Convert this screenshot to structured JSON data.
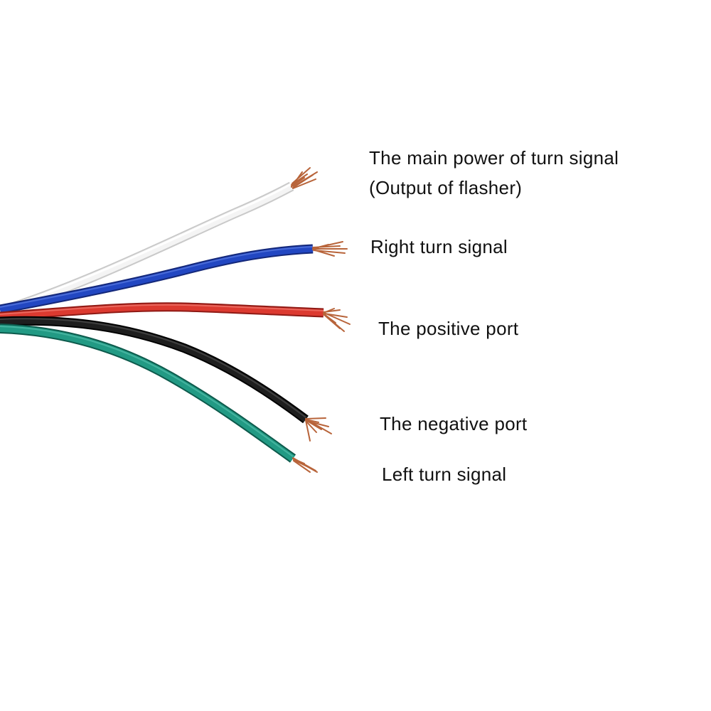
{
  "wires": [
    {
      "id": "white",
      "color": "#f2f2f2",
      "label": "The main power of turn signal",
      "sublabel": "(Output of flasher)"
    },
    {
      "id": "blue",
      "color": "#1f3fb0",
      "label": "Right turn signal"
    },
    {
      "id": "red",
      "color": "#d8332b",
      "label": "The positive port"
    },
    {
      "id": "black",
      "color": "#1b1b1b",
      "label": "The negative port"
    },
    {
      "id": "green",
      "color": "#1f8f7a",
      "label": "Left turn signal"
    }
  ],
  "copper_color": "#b8643a"
}
